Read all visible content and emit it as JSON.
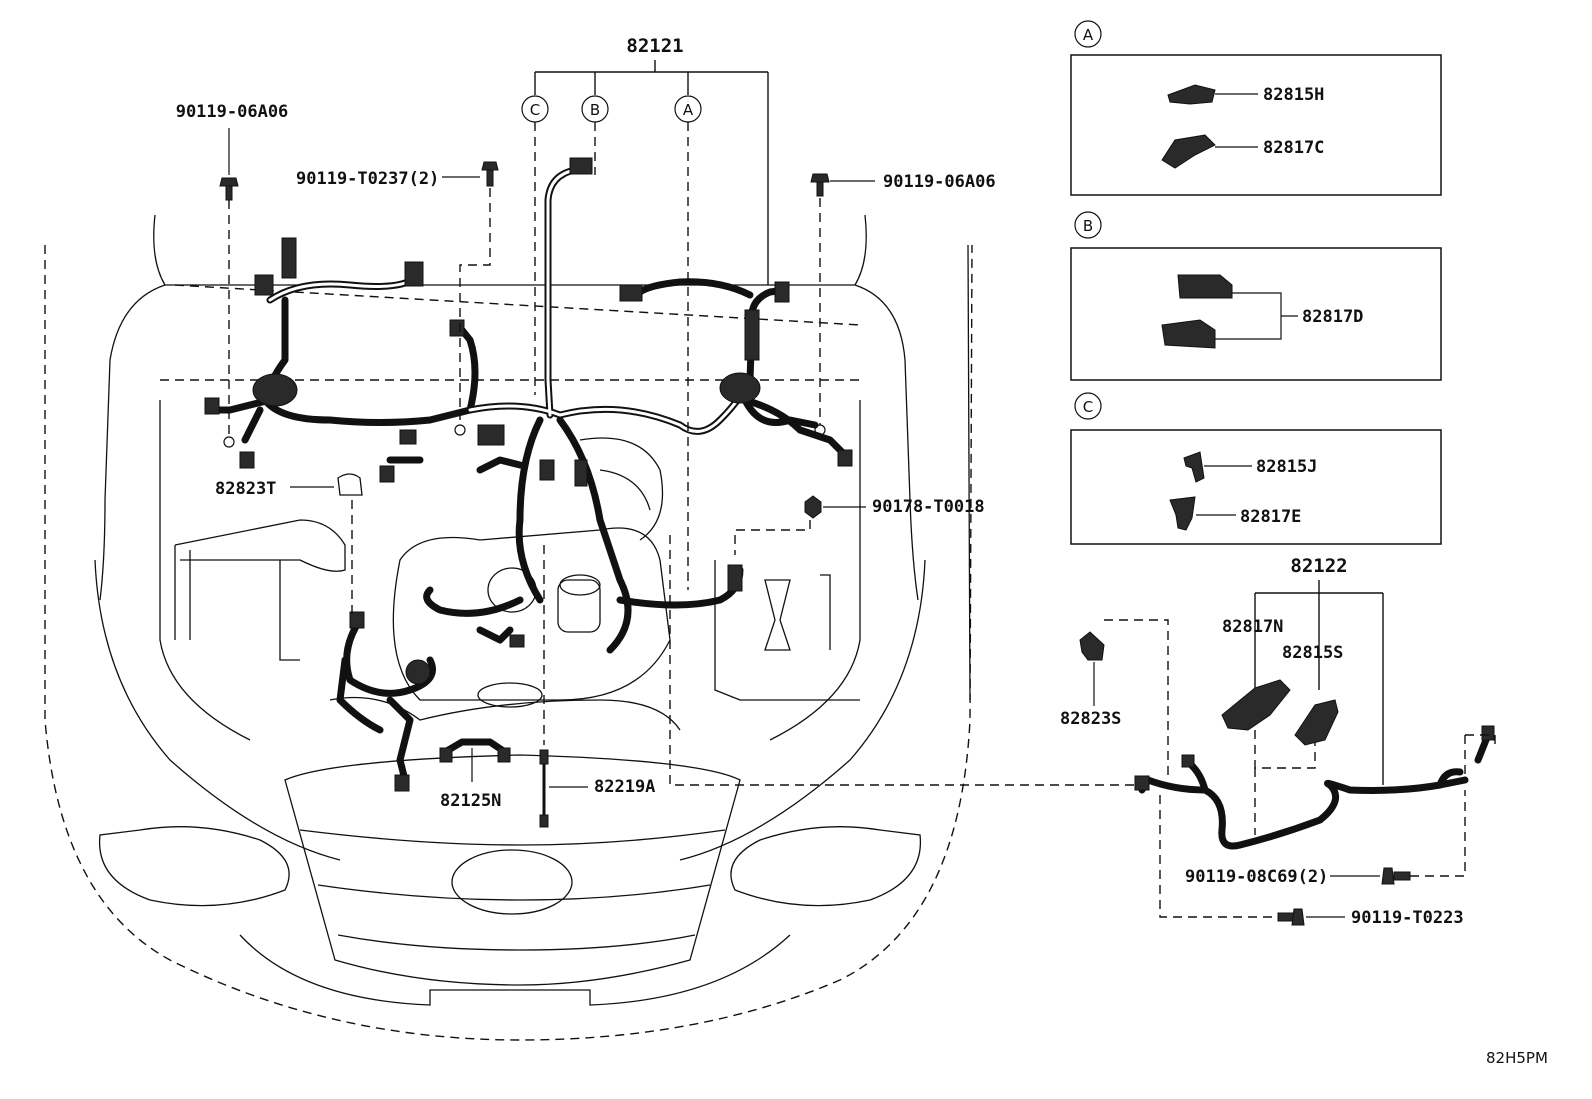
{
  "diagram": {
    "main_harness": {
      "code": "82121"
    },
    "engine_room_harness_2": {
      "code": "82122"
    },
    "circle_markers": [
      "C",
      "B",
      "A"
    ],
    "callouts": {
      "bolt_left": "90119-06A06",
      "bolt_center": "90119-T0237(2)",
      "bolt_right": "90119-06A06",
      "relay": "82823T",
      "nut": "90178-T0018",
      "wire_82125n": "82125N",
      "wire_82219a": "82219A",
      "clamp_82823s": "82823S",
      "connector_82817n": "82817N",
      "connector_82815s": "82815S",
      "bolt_08c69": "90119-08C69(2)",
      "bolt_t0223": "90119-T0223"
    },
    "detail_a": {
      "marker": "A",
      "parts": [
        "82815H",
        "82817C"
      ]
    },
    "detail_b": {
      "marker": "B",
      "parts": [
        "82817D"
      ]
    },
    "detail_c": {
      "marker": "C",
      "parts": [
        "82815J",
        "82817E"
      ]
    },
    "reference": "82H5PM"
  }
}
